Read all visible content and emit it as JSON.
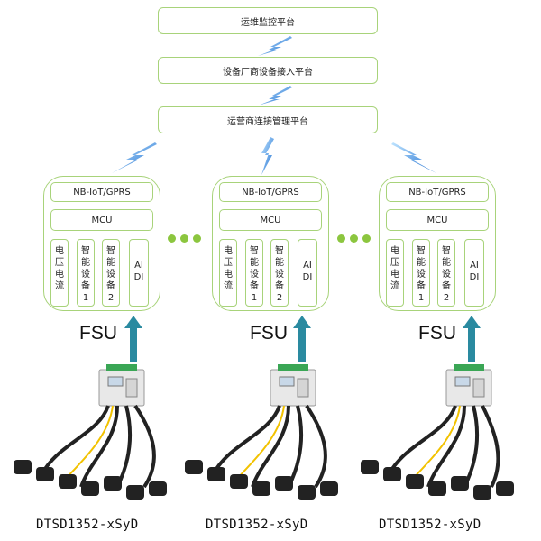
{
  "platforms": {
    "monitoring": "运维监控平台",
    "vendor_access": "设备厂商设备接入平台",
    "operator_mgmt": "运营商连接管理平台"
  },
  "fsu_units": [
    {
      "comm": "NB-IoT/GPRS",
      "mcu": "MCU",
      "voltage_current": [
        "电",
        "压",
        "电",
        "流"
      ],
      "smart_dev_1": [
        "智",
        "能",
        "设",
        "备",
        "1"
      ],
      "smart_dev_2": [
        "智",
        "能",
        "设",
        "备",
        "2"
      ],
      "aidi": [
        "AI",
        "DI"
      ],
      "label": "FSU",
      "device": "DTSD1352-xSyD"
    },
    {
      "comm": "NB-IoT/GPRS",
      "mcu": "MCU",
      "voltage_current": [
        "电",
        "压",
        "电",
        "流"
      ],
      "smart_dev_1": [
        "智",
        "能",
        "设",
        "备",
        "1"
      ],
      "smart_dev_2": [
        "智",
        "能",
        "设",
        "备",
        "2"
      ],
      "aidi": [
        "AI",
        "DI"
      ],
      "label": "FSU",
      "device": "DTSD1352-xSyD"
    },
    {
      "comm": "NB-IoT/GPRS",
      "mcu": "MCU",
      "voltage_current": [
        "电",
        "压",
        "电",
        "流"
      ],
      "smart_dev_1": [
        "智",
        "能",
        "设",
        "备",
        "1"
      ],
      "smart_dev_2": [
        "智",
        "能",
        "设",
        "备",
        "2"
      ],
      "aidi": [
        "AI",
        "DI"
      ],
      "label": "FSU",
      "device": "DTSD1352-xSyD"
    }
  ],
  "colors": {
    "box_border": "#a8d37a",
    "dots": "#8cc63f",
    "arrow": "#2a8aa0",
    "lightning": "#3a8fd8"
  },
  "icons": [
    "lightning-bolt-icon",
    "upward-arrow-icon",
    "meter-device-image"
  ]
}
